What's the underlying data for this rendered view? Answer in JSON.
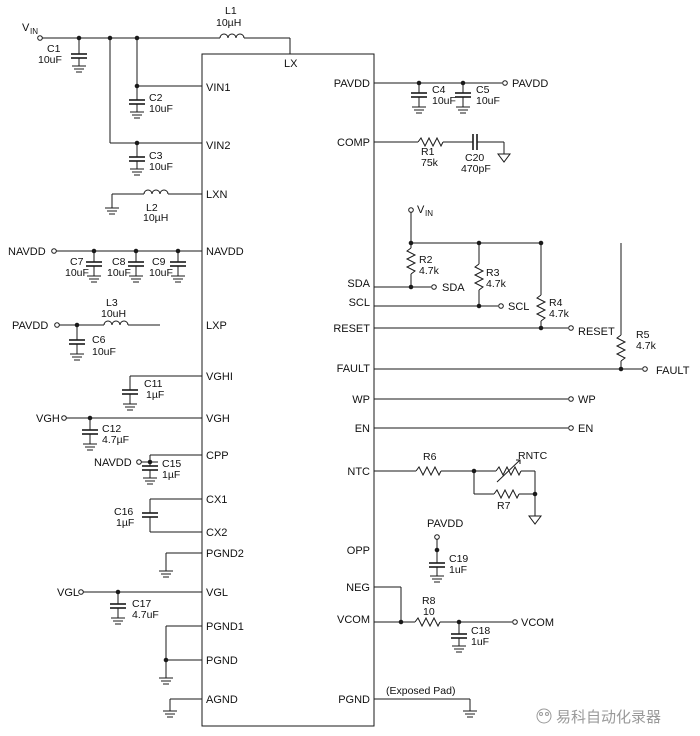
{
  "chip": {
    "left_pins": {
      "vin1": "VIN1",
      "vin2": "VIN2",
      "lxn": "LXN",
      "navdd": "NAVDD",
      "lxp": "LXP",
      "vghi": "VGHI",
      "vgh": "VGH",
      "cpp": "CPP",
      "cx1": "CX1",
      "cx2": "CX2",
      "pgnd2": "PGND2",
      "vgl": "VGL",
      "pgnd1": "PGND1",
      "pgnd": "PGND",
      "agnd": "AGND"
    },
    "right_pins": {
      "pavdd": "PAVDD",
      "comp": "COMP",
      "sda": "SDA",
      "scl": "SCL",
      "reset": "RESET",
      "fault": "FAULT",
      "wp": "WP",
      "en": "EN",
      "ntc": "NTC",
      "opp": "OPP",
      "neg": "NEG",
      "vcom": "VCOM",
      "pgnd": "PGND"
    },
    "top_pin": "LX",
    "exposed_pad": "(Exposed Pad)"
  },
  "components": {
    "l1": {
      "name": "L1",
      "value": "10µH"
    },
    "l2": {
      "name": "L2",
      "value": "10µH"
    },
    "l3": {
      "name": "L3",
      "value": "10uH"
    },
    "c1": {
      "name": "C1",
      "value": "10uF"
    },
    "c2": {
      "name": "C2",
      "value": "10uF"
    },
    "c3": {
      "name": "C3",
      "value": "10uF"
    },
    "c4": {
      "name": "C4",
      "value": "10uF"
    },
    "c5": {
      "name": "C5",
      "value": "10uF"
    },
    "c6": {
      "name": "C6",
      "value": "10uF"
    },
    "c7": {
      "name": "C7",
      "value": "10uF"
    },
    "c8": {
      "name": "C8",
      "value": "10uF"
    },
    "c9": {
      "name": "C9",
      "value": "10uF"
    },
    "c11": {
      "name": "C11",
      "value": "1µF"
    },
    "c12": {
      "name": "C12",
      "value": "4.7µF"
    },
    "c15": {
      "name": "C15",
      "value": "1µF"
    },
    "c16": {
      "name": "C16",
      "value": "1µF"
    },
    "c17": {
      "name": "C17",
      "value": "4.7uF"
    },
    "c18": {
      "name": "C18",
      "value": "1uF"
    },
    "c19": {
      "name": "C19",
      "value": "1uF"
    },
    "c20": {
      "name": "C20",
      "value": "470pF"
    },
    "r1": {
      "name": "R1",
      "value": "75k"
    },
    "r2": {
      "name": "R2",
      "value": "4.7k"
    },
    "r3": {
      "name": "R3",
      "value": "4.7k"
    },
    "r4": {
      "name": "R4",
      "value": "4.7k"
    },
    "r5": {
      "name": "R5",
      "value": "4.7k"
    },
    "r6": {
      "name": "R6"
    },
    "r7": {
      "name": "R7"
    },
    "r8": {
      "name": "R8",
      "value": "10"
    },
    "rntc": {
      "name": "RNTC"
    }
  },
  "nets": {
    "vin_main": "V",
    "vin_main_sub": "IN",
    "vin_pullup": "V",
    "vin_pullup_sub": "IN",
    "navdd_in": "NAVDD",
    "pavdd_in": "PAVDD",
    "vgh_in": "VGH",
    "navdd_cpp": "NAVDD",
    "vgl_in": "VGL",
    "pavdd_out": "PAVDD",
    "sda_out": "SDA",
    "scl_out": "SCL",
    "reset_out": "RESET",
    "fault_out": "FAULT",
    "wp_out": "WP",
    "en_out": "EN",
    "vcom_out": "VCOM",
    "pavdd_opp": "PAVDD"
  },
  "watermark": "易科自动化录器",
  "colors": {
    "wire": "#1a1a1a",
    "background": "#ffffff",
    "watermark": "#9a9a9a"
  }
}
